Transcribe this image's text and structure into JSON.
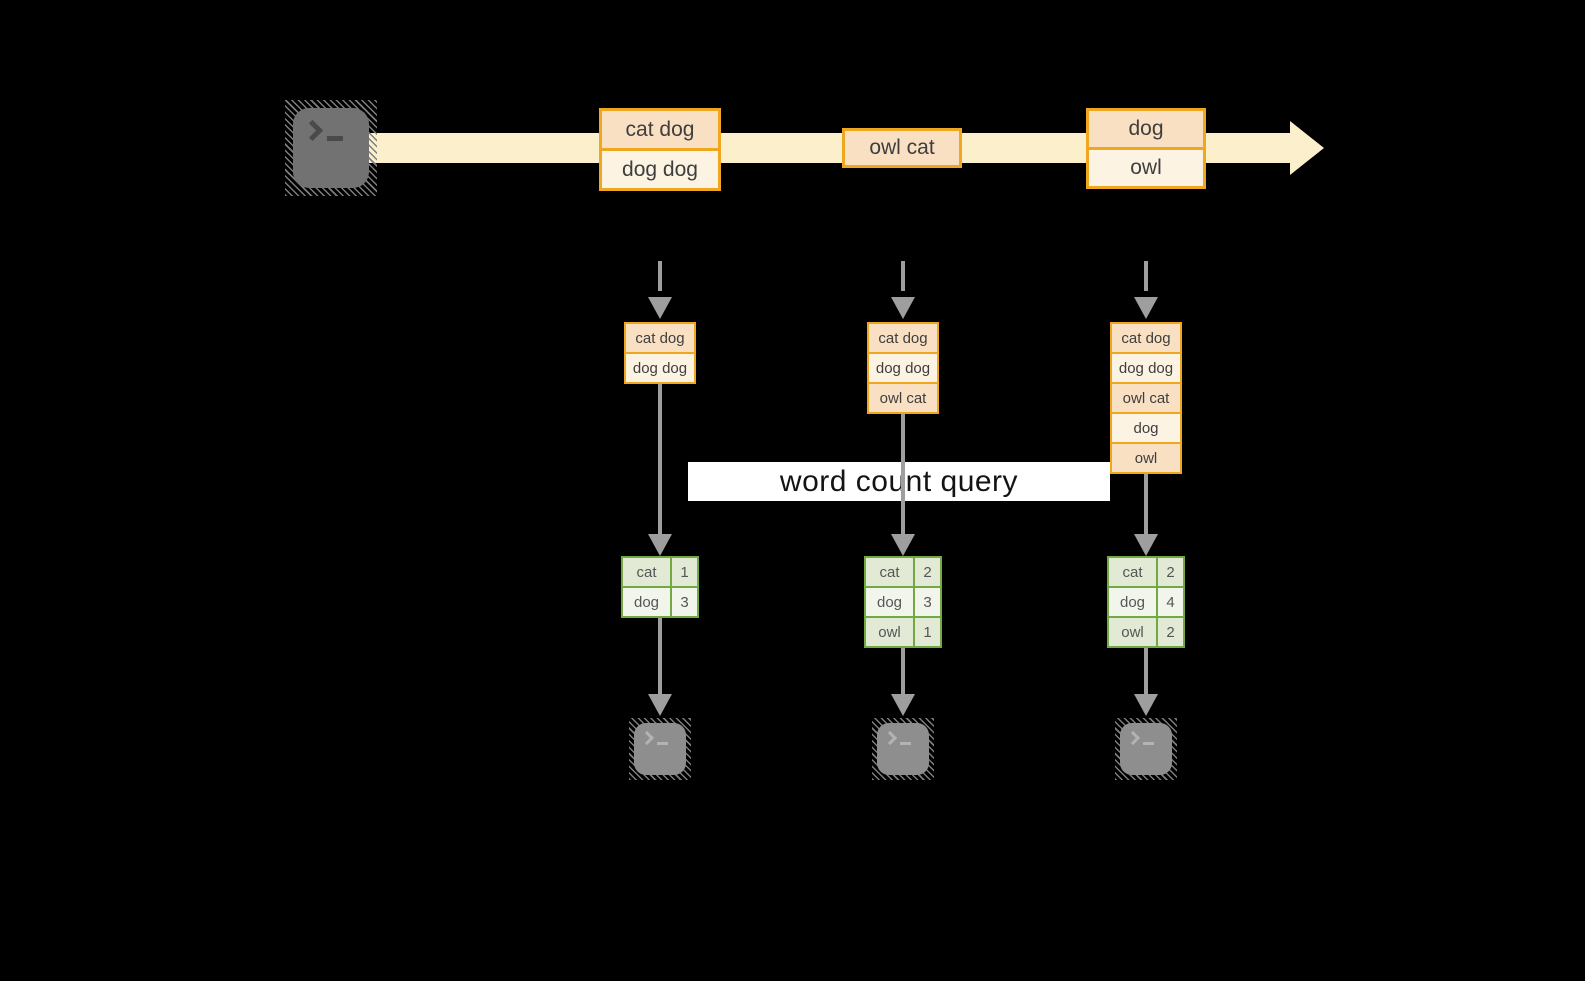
{
  "diagram": {
    "query_label": "word count query",
    "stream_batches": [
      {
        "rows": [
          "cat dog",
          "dog dog"
        ]
      },
      {
        "rows": [
          "owl cat"
        ]
      },
      {
        "rows": [
          "dog",
          "owl"
        ]
      }
    ],
    "pipelines": [
      {
        "state_rows": [
          "cat dog",
          "dog dog"
        ],
        "counts": [
          {
            "word": "cat",
            "count": "1"
          },
          {
            "word": "dog",
            "count": "3"
          }
        ]
      },
      {
        "state_rows": [
          "cat dog",
          "dog dog",
          "owl cat"
        ],
        "counts": [
          {
            "word": "cat",
            "count": "2"
          },
          {
            "word": "dog",
            "count": "3"
          },
          {
            "word": "owl",
            "count": "1"
          }
        ]
      },
      {
        "state_rows": [
          "cat dog",
          "dog dog",
          "owl cat",
          "dog",
          "owl"
        ],
        "counts": [
          {
            "word": "cat",
            "count": "2"
          },
          {
            "word": "dog",
            "count": "4"
          },
          {
            "word": "owl",
            "count": "2"
          }
        ]
      }
    ],
    "colors": {
      "background": "#000000",
      "stream_fill": "#fcf0cc",
      "box_border": "#efa71f",
      "box_row_dark": "#f9e0c3",
      "box_row_light": "#fdf3e3",
      "table_border": "#73a942",
      "table_cell_dark": "#e2e9d4",
      "table_cell_light": "#f2f5ec",
      "arrow_gray": "#9e9e9e",
      "terminal_gray_dark": "#727272",
      "terminal_gray_light": "#8e8e8e"
    }
  }
}
